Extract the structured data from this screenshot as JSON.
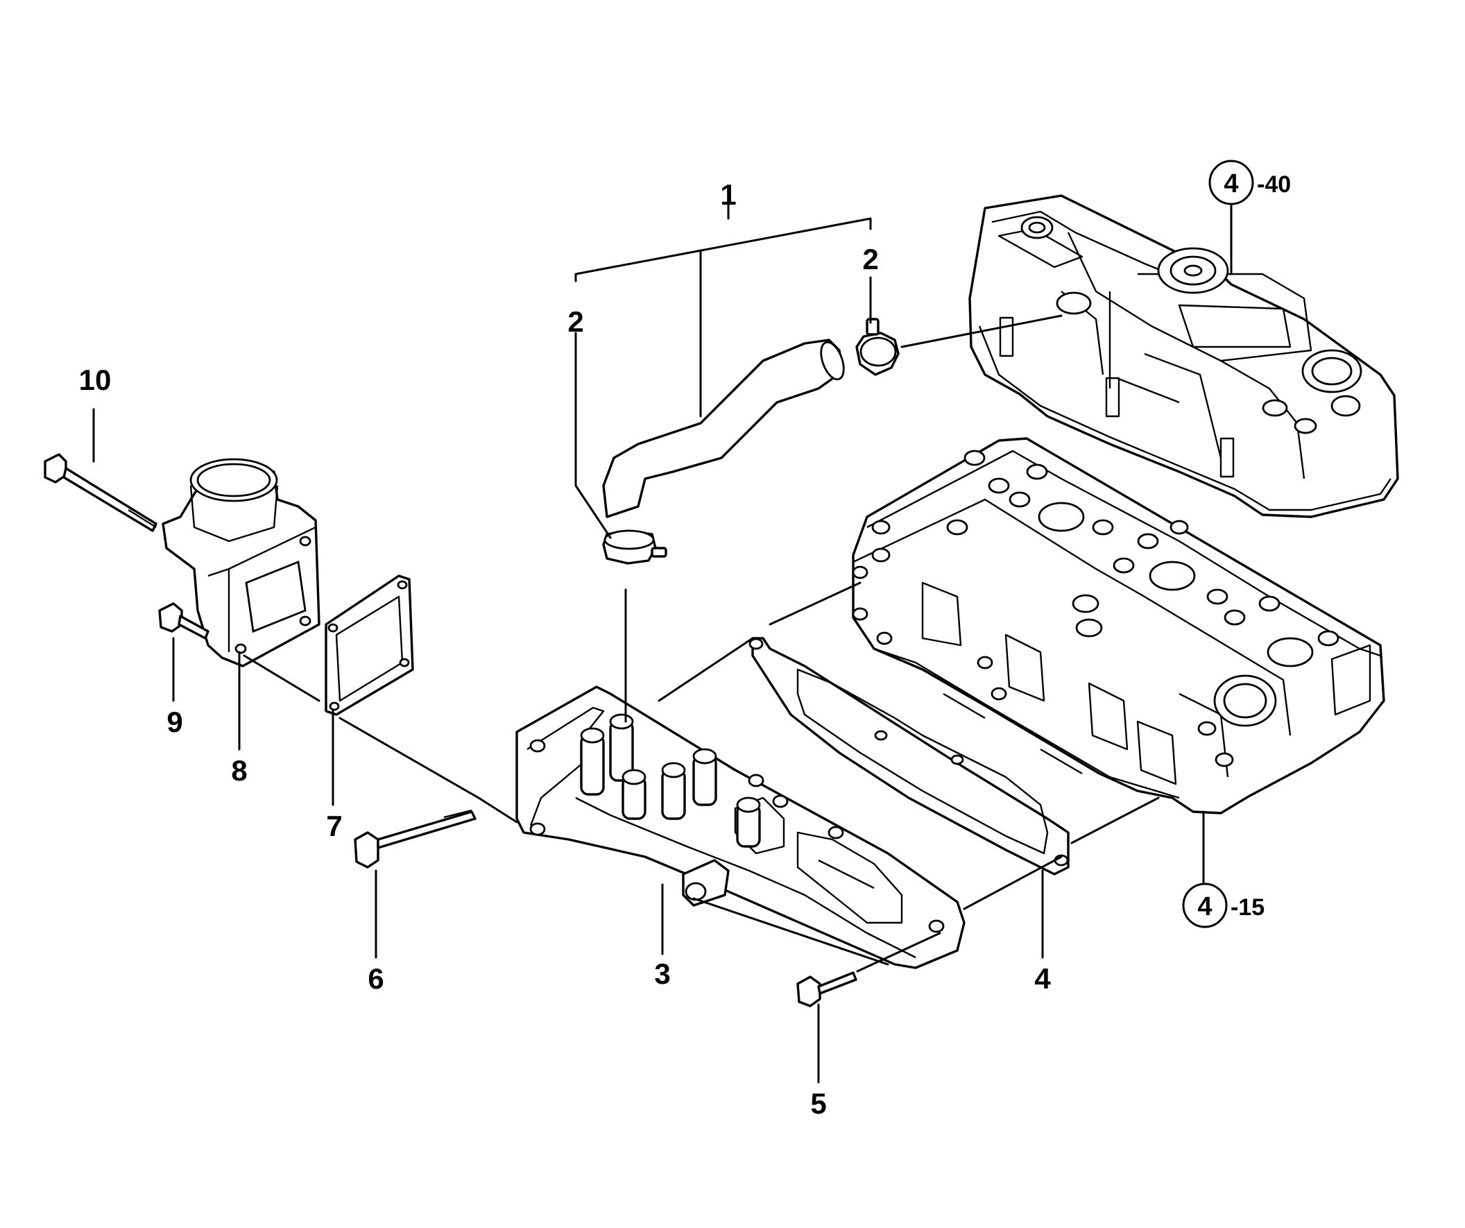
{
  "diagram": {
    "callouts": {
      "c1": "1",
      "c2a": "2",
      "c2b": "2",
      "c3": "3",
      "c4": "4",
      "c5": "5",
      "c6": "6",
      "c7": "7",
      "c8": "8",
      "c9": "9",
      "c10": "10"
    },
    "refs": {
      "cover": {
        "group": "4",
        "page": "-40"
      },
      "head": {
        "group": "4",
        "page": "-15"
      }
    },
    "icons": [
      "hose-icon",
      "hose-clamp-icon",
      "bolt-icon",
      "gasket-icon",
      "thermostat-housing-icon",
      "manifold-icon",
      "cylinder-head-icon",
      "valve-cover-icon"
    ]
  }
}
